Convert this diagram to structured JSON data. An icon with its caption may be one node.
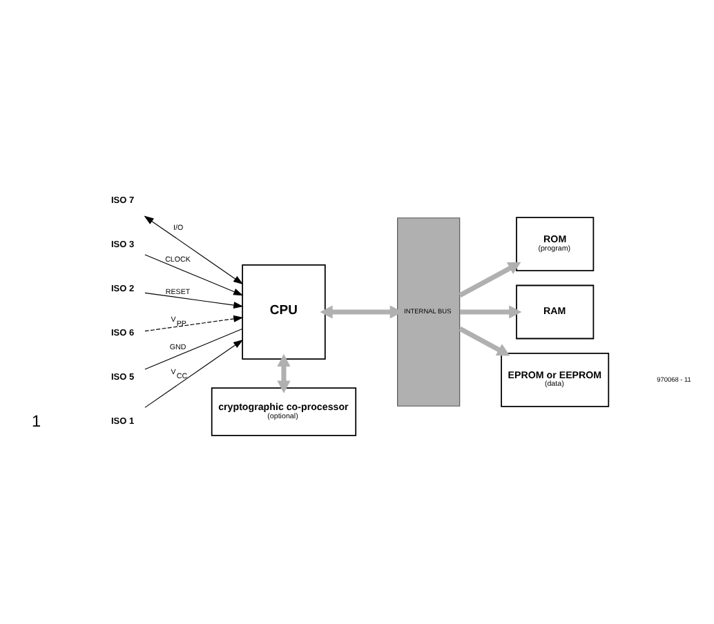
{
  "diagram": {
    "nodes": [
      {
        "text": [
          "ISO 1"
        ]
      },
      {
        "text": [
          "ISO 7"
        ]
      },
      {
        "text": [
          "ISO 3"
        ]
      },
      {
        "text": [
          "ISO 2"
        ]
      },
      {
        "text": [
          "ISO 6"
        ]
      },
      {
        "text": [
          "ISO 5"
        ]
      },
      {
        "text": [
          "CPU"
        ]
      },
      {
        "text": [
          "cryptographic co-processor",
          "(optional)"
        ]
      },
      {
        "text": [
          "INTERNAL BUS"
        ]
      },
      {
        "text": [
          "ROM",
          "(program)"
        ]
      },
      {
        "text": [
          "RAM"
        ]
      },
      {
        "text": [
          "EPROM or EEPROM",
          "(data)"
        ]
      }
    ],
    "edges": [
      {
        "from": 0,
        "to": 6,
        "arrow": "to",
        "label": "V$_{CC}$"
      },
      {
        "from": 1,
        "to": 6,
        "arrow": "both",
        "label": "I/O"
      },
      {
        "from": 2,
        "to": 6,
        "arrow": "to",
        "label": "CLOCK"
      },
      {
        "from": 3,
        "to": 6,
        "arrow": "to",
        "label": "RESET"
      },
      {
        "from": 4,
        "to": 6,
        "arrow": "to",
        "label": "V$_{PP}$",
        "style": "dashed"
      },
      {
        "from": 5,
        "to": 6,
        "arrow": "none",
        "label": "GND"
      },
      {
        "from": 6,
        "to": 7,
        "arrow": "both",
        "style": "thick",
        "color": "#b0b0b0"
      },
      {
        "from": 6,
        "to": 8,
        "arrow": "both",
        "style": "thick",
        "color": "#b0b0b0"
      },
      {
        "from": 8,
        "to": 9,
        "arrow": "to",
        "style": "thick",
        "color": "#b0b0b0"
      },
      {
        "from": 8,
        "to": 10,
        "arrow": "to",
        "style": "thick",
        "color": "#b0b0b0"
      },
      {
        "from": 8,
        "to": 11,
        "arrow": "to",
        "style": "thick",
        "color": "#b0b0b0"
      }
    ],
    "labels": [
      "1",
      "970068 - 11"
    ]
  }
}
